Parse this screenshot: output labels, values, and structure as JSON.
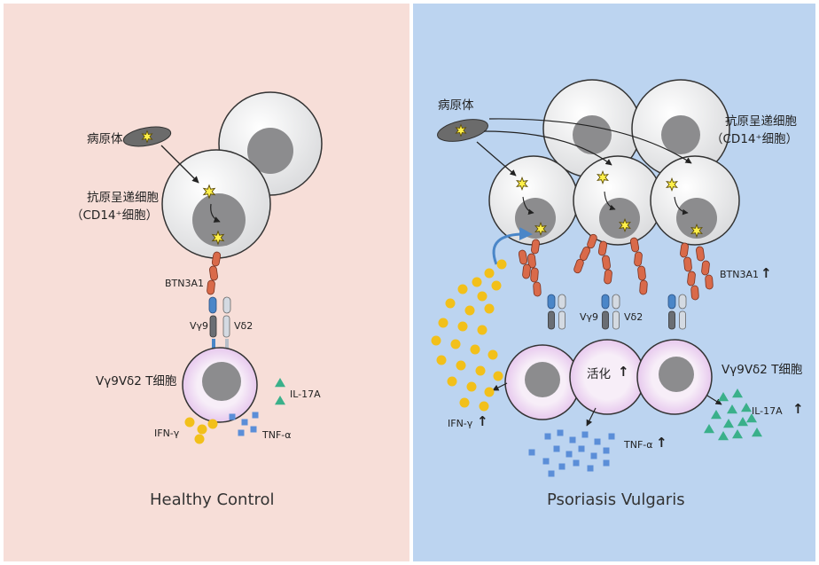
{
  "panels": {
    "left": {
      "title": "Healthy Control",
      "background": "#f7ded8",
      "labels": {
        "pathogen": "病原体",
        "apc_line1": "抗原呈递细胞",
        "apc_line2": "（CD14⁺细胞）",
        "btn": "BTN3A1",
        "vg9": "Vγ9",
        "vd2": "Vδ2",
        "tcell": "Vγ9Vδ2 T细胞",
        "il17": "IL-17A",
        "ifn": "IFN-γ",
        "tnf": "TNF-α"
      }
    },
    "right": {
      "title": "Psoriasis Vulgaris",
      "background": "#bcd4f0",
      "labels": {
        "pathogen": "病原体",
        "apc_line1": "抗原呈递细胞",
        "apc_line2": "（CD14⁺细胞）",
        "btn": "BTN3A1",
        "vg9": "Vγ9",
        "vd2": "Vδ2",
        "activated": "活化",
        "tcell": "Vγ9Vδ2 T细胞",
        "il17": "IL-17A",
        "ifn": "IFN-γ",
        "tnf": "TNF-α",
        "up_arrow": "↑"
      }
    }
  },
  "colors": {
    "btn": "#d96a4a",
    "vg9": "#4a86c8",
    "vd2": "#c8cfd8",
    "tcell_fill": "#e8c6ee",
    "ifn": "#f2c01a",
    "tnf": "#5b8ed8",
    "il17": "#3ab08a",
    "pathogen": "#6b6b6b",
    "star": "#fff04a"
  }
}
